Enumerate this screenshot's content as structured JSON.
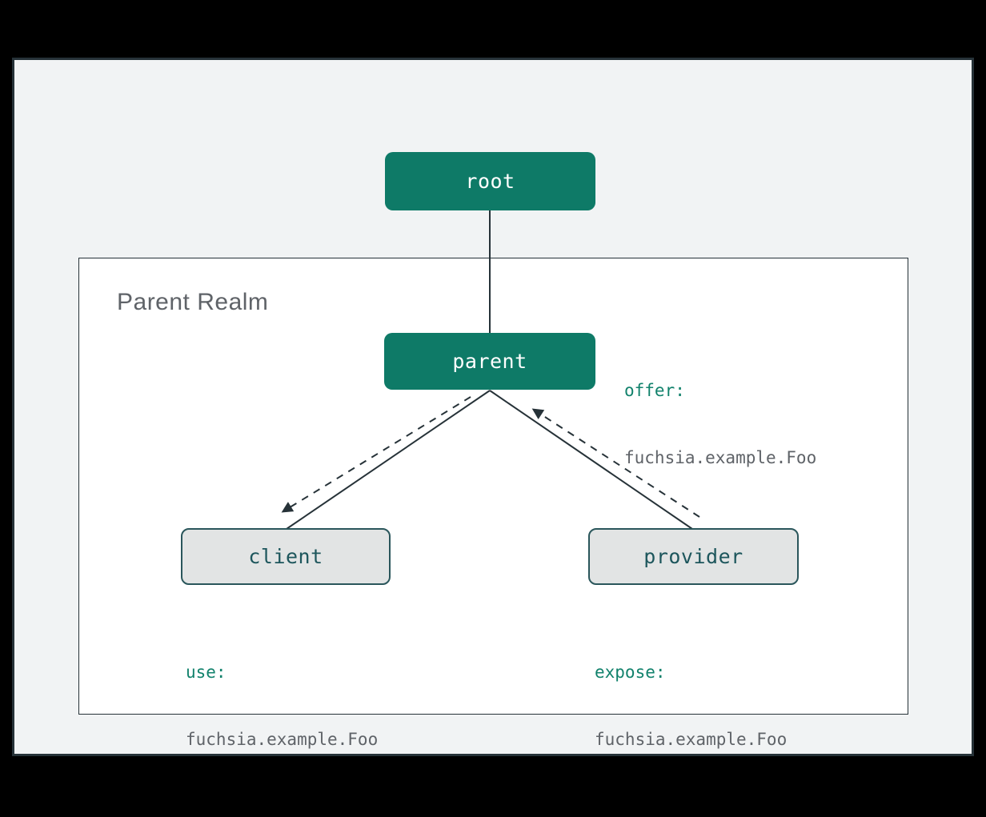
{
  "colors": {
    "page-bg": "#000000",
    "panel-bg": "#F1F3F4",
    "panel-border": "#263238",
    "realm-bg": "#FFFFFF",
    "realm-border": "#263238",
    "node-teal": "#0E7A67",
    "node-teal-text": "#FFFFFF",
    "node-gray-bg": "#E2E4E4",
    "node-gray-border": "#2A565B",
    "node-gray-text": "#1D565C",
    "edge": "#263238",
    "keyword-teal": "#12826C",
    "muted-text": "#5F6368"
  },
  "realm": {
    "label": "Parent Realm"
  },
  "nodes": {
    "root": {
      "label": "root"
    },
    "parent": {
      "label": "parent"
    },
    "client": {
      "label": "client"
    },
    "provider": {
      "label": "provider"
    }
  },
  "annotations": {
    "offer": {
      "keyword": "offer:",
      "value": "fuchsia.example.Foo"
    },
    "use": {
      "keyword": "use:",
      "value": "fuchsia.example.Foo"
    },
    "expose": {
      "keyword": "expose:",
      "value": "fuchsia.example.Foo"
    }
  },
  "edges": [
    {
      "from": "root",
      "to": "parent",
      "style": "solid"
    },
    {
      "from": "parent",
      "to": "client",
      "style": "solid"
    },
    {
      "from": "parent",
      "to": "provider",
      "style": "solid"
    },
    {
      "from": "parent",
      "to": "client",
      "style": "dashed-arrow"
    },
    {
      "from": "provider",
      "to": "parent",
      "style": "dashed-arrow"
    }
  ]
}
